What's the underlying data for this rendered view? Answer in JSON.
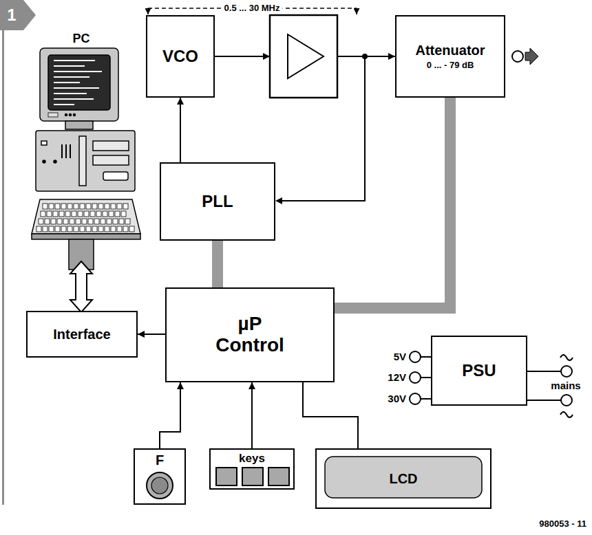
{
  "diagram": {
    "nodes": [
      {
        "text": [
          "VCO"
        ]
      },
      {
        "text": [
          "Attenuator",
          "0 ... - 79 dB"
        ]
      },
      {
        "text": [
          "PLL"
        ]
      },
      {
        "text": [
          "Interface"
        ]
      },
      {
        "text": [
          "µP Control"
        ]
      },
      {
        "text": [
          "PSU"
        ]
      },
      {
        "text": [
          "F"
        ]
      },
      {
        "text": [
          "keys"
        ]
      },
      {
        "text": [
          "LCD"
        ]
      }
    ],
    "edges": [
      {
        "from": 0,
        "to": 1,
        "arrow": "to"
      },
      {
        "from": 2,
        "to": 0,
        "arrow": "to"
      },
      {
        "from": 4,
        "to": 2,
        "arrow": "none"
      },
      {
        "from": 4,
        "to": 1,
        "arrow": "none"
      },
      {
        "from": 4,
        "to": 3,
        "arrow": "to"
      },
      {
        "from": 6,
        "to": 4,
        "arrow": "to"
      },
      {
        "from": 7,
        "to": 4,
        "arrow": "to"
      },
      {
        "from": 8,
        "to": 4,
        "arrow": "none"
      }
    ],
    "labels": [
      "1",
      "0.5 ... 30 MHz",
      "PC",
      "5V",
      "12V",
      "30V",
      "mains",
      "980053 - 11"
    ]
  }
}
